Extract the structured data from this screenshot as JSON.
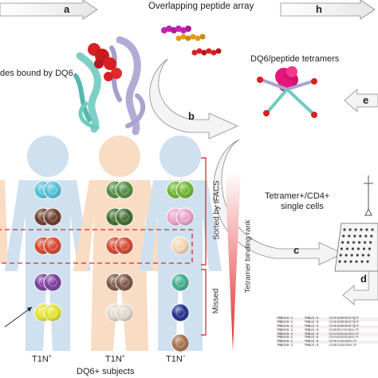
{
  "steps": {
    "a": "a",
    "b": "b",
    "c": "c",
    "d": "d",
    "e": "e",
    "h": "h"
  },
  "labels": {
    "overlapping": "Overlapping peptide array",
    "bound": "des bound by DQ6",
    "tetramers": "DQ6/peptide tetramers",
    "single_cells_1": "Tetramer+/CD4+",
    "single_cells_2": "single cells",
    "sorted": "Sorted by IFACS",
    "missed": "Missed",
    "rank": "Tetramer binding rank",
    "subjects": "DQ6+ subjects"
  },
  "subjects": [
    {
      "main": "T1N",
      "sup": "+"
    },
    {
      "main": "T1N",
      "sup": "+"
    },
    {
      "main": "T1N",
      "sup": "−"
    }
  ],
  "tcr_rows": [
    {
      "v": "TRBV29-1",
      "j": "TRBJ2-5",
      "cdr3": "CSVESDRGRSETQYF"
    },
    {
      "v": "TRBV29-1",
      "j": "TRBJ2-5",
      "cdr3": "CSVESDRGRSETQYF"
    },
    {
      "v": "TRBV29-1",
      "j": "TRBJ2-5",
      "cdr3": "CSVESDRGRSETQYF"
    },
    {
      "v": "TRBV29-1",
      "j": "TRBJ2-6",
      "cdr3": "CSVEDGATGANVLTF"
    },
    {
      "v": "TRBV29-1",
      "j": "TRBJ2-6",
      "cdr3": "CSVAGGGSGANVLTF"
    },
    {
      "v": "TRBV29-1",
      "j": "TRBJ2-6",
      "cdr3": "CSVAGGGSGANVLTF"
    },
    {
      "v": "TRBV29-1",
      "j": "TRBJ2-6",
      "cdr3": "CSVEISSGANVLTF"
    },
    {
      "v": "TRBV29-1",
      "j": "TRBJ2-6",
      "cdr3": "CSVEISSGANVLTF"
    }
  ],
  "colors": {
    "body_blue": "#cfe0ef",
    "body_peach": "#f9dcc4",
    "dashed_box": "#d9262f",
    "sort_bracket": "#c81e29",
    "rank_bar_top": "#ffffff",
    "rank_bar_bottom": "#e02a2e",
    "arrow_fill": "#f2f2f2",
    "arrow_stroke": "#8a8a8a",
    "peptide_magenta": "#c021b0",
    "peptide_orange": "#e39a1c",
    "peptide_red": "#d81f24",
    "mhc_teal": "#6fcbbf",
    "mhc_lavender": "#aaa3cf",
    "tetramer_pink": "#e5177b"
  },
  "cells": [
    {
      "person": 0,
      "row": 0,
      "color": "#4ec1d8",
      "count": 2
    },
    {
      "person": 0,
      "row": 1,
      "color": "#6a3a2a",
      "count": 2
    },
    {
      "person": 0,
      "row": 2,
      "color": "#d4442d",
      "count": 2
    },
    {
      "person": 0,
      "row": 3,
      "color": "#7b3a9b",
      "count": 2
    },
    {
      "person": 0,
      "row": 4,
      "color": "#e2e32b",
      "count": 2
    },
    {
      "person": 1,
      "row": 0,
      "color": "#4e8a3c",
      "count": 2
    },
    {
      "person": 1,
      "row": 1,
      "color": "#3c6a2a",
      "count": 2
    },
    {
      "person": 1,
      "row": 2,
      "color": "#d4442d",
      "count": 2
    },
    {
      "person": 1,
      "row": 3,
      "color": "#7b5240",
      "count": 2
    },
    {
      "person": 1,
      "row": 4,
      "color": "#ded9c9",
      "count": 2
    },
    {
      "person": 2,
      "row": 0,
      "color": "#6db52a",
      "count": 2
    },
    {
      "person": 2,
      "row": 1,
      "color": "#e9a0c9",
      "count": 2
    },
    {
      "person": 2,
      "row": 2,
      "color": "#f2d7b6",
      "count": 1
    },
    {
      "person": 2,
      "row": 3,
      "color": "#3fae8e",
      "count": 1
    },
    {
      "person": 2,
      "row": 4,
      "color": "#1f2e8f",
      "count": 1
    },
    {
      "person": 2,
      "row": 5,
      "color": "#a5714a",
      "count": 1
    }
  ]
}
